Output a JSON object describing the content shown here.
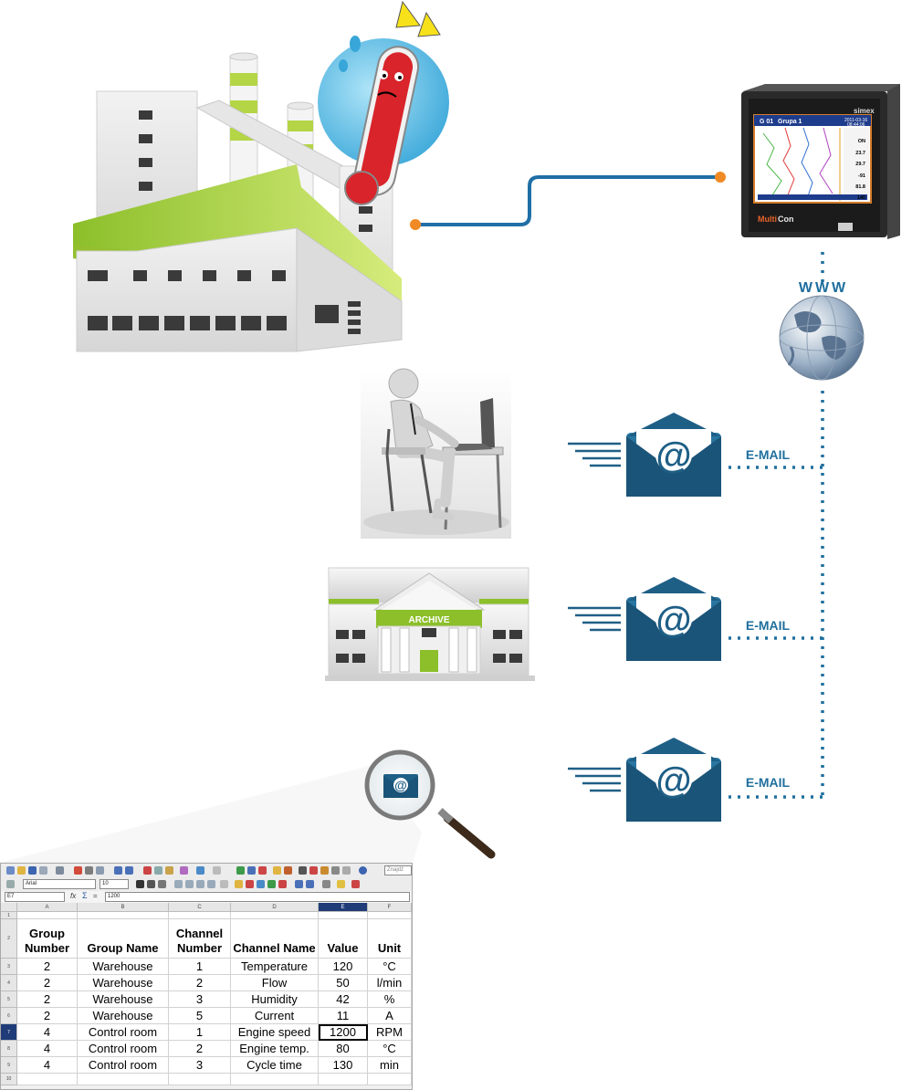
{
  "archive_label": "ARCHIVE",
  "www_label": "WWW",
  "email_label": "E-MAIL",
  "device": {
    "brand": "simex",
    "model_prefix": "Multi",
    "model_suffix": "Con",
    "screen_group": "G 01",
    "screen_title": "Grupa 1",
    "screen_date": "2011-03-16",
    "screen_time": "08:44:06",
    "readings": [
      "ON",
      "23.7",
      "29.7",
      "-91",
      "81.8",
      "140"
    ]
  },
  "spreadsheet": {
    "toolbar_search": "Znajdź",
    "font_name": "Arial",
    "font_size": "10",
    "cell_ref": "E7",
    "formula_value": "1200",
    "columns": [
      "A",
      "B",
      "C",
      "D",
      "E",
      "F"
    ],
    "row_numbers": [
      "1",
      "2",
      "3",
      "4",
      "5",
      "6",
      "7",
      "8",
      "9",
      "10"
    ],
    "headers": [
      "Group Number",
      "Group Name",
      "Channel Number",
      "Channel Name",
      "Value",
      "Unit"
    ],
    "rows": [
      [
        "2",
        "Warehouse",
        "1",
        "Temperature",
        "120",
        "°C"
      ],
      [
        "2",
        "Warehouse",
        "2",
        "Flow",
        "50",
        "l/min"
      ],
      [
        "2",
        "Warehouse",
        "3",
        "Humidity",
        "42",
        "%"
      ],
      [
        "2",
        "Warehouse",
        "5",
        "Current",
        "11",
        "A"
      ],
      [
        "4",
        "Control room",
        "1",
        "Engine speed",
        "1200",
        "RPM"
      ],
      [
        "4",
        "Control room",
        "2",
        "Engine temp.",
        "80",
        "°C"
      ],
      [
        "4",
        "Control room",
        "3",
        "Cycle time",
        "130",
        "min"
      ]
    ]
  },
  "colors": {
    "envelope": "#1e5f86",
    "network_line": "#1f6fa6",
    "dot_line": "#1f6f9e",
    "accent_green": "#a9cf3a",
    "orange": "#f08a24"
  }
}
